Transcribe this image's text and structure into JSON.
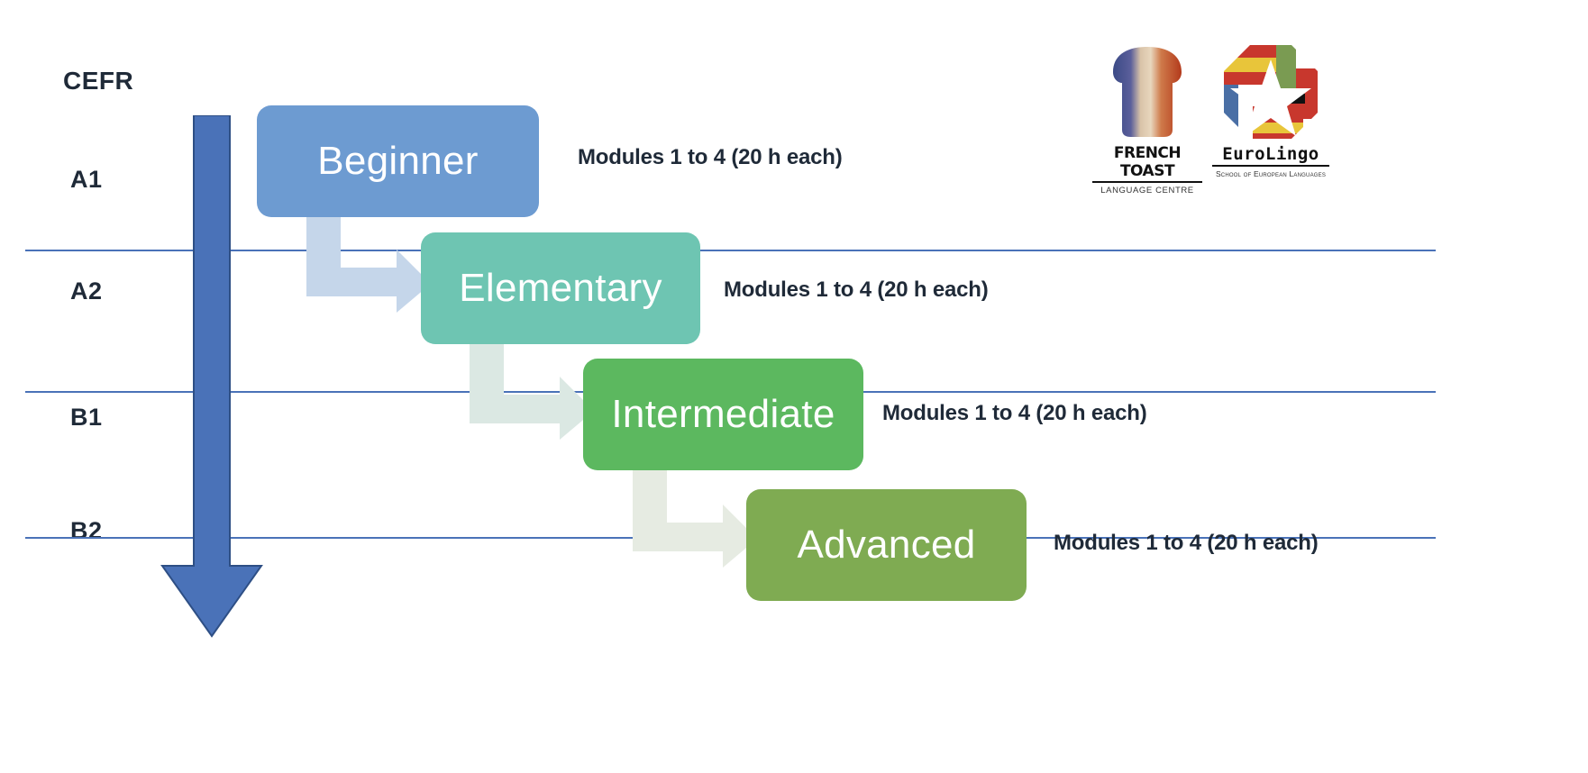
{
  "diagram": {
    "cefr_heading": "CEFR",
    "levels": [
      {
        "code": "A1",
        "course": "Beginner",
        "modules": "Modules 1 to 4 (20 h each)",
        "color": "#6d9bd1"
      },
      {
        "code": "A2",
        "course": "Elementary",
        "modules": "Modules 1 to 4 (20 h each)",
        "color": "#6ec5b2"
      },
      {
        "code": "B1",
        "course": "Intermediate",
        "modules": "Modules 1 to 4 (20 h each)",
        "color": "#5cb85f"
      },
      {
        "code": "B2",
        "course": "Advanced",
        "modules": "Modules 1 to 4 (20 h each)",
        "color": "#7fab52"
      }
    ],
    "progression_arrow": {
      "name": "downward-progression-arrow",
      "color": "#4a72b8"
    },
    "connector_arrows": [
      {
        "from": "Beginner",
        "to": "Elementary",
        "color": "#c5d6ea"
      },
      {
        "from": "Elementary",
        "to": "Intermediate",
        "color": "#dbe8e3"
      },
      {
        "from": "Intermediate",
        "to": "Advanced",
        "color": "#e6ebe2"
      }
    ],
    "divider_color": "#4a72b8"
  },
  "logos": [
    {
      "id": "french-toast",
      "name": "FRENCH TOAST",
      "tagline": "LANGUAGE CENTRE",
      "icon": "toast-slice-icon"
    },
    {
      "id": "eurolingo",
      "name": "EuroLingo",
      "tagline": "School of European Languages",
      "icon": "flag-octagon-star-icon"
    }
  ]
}
